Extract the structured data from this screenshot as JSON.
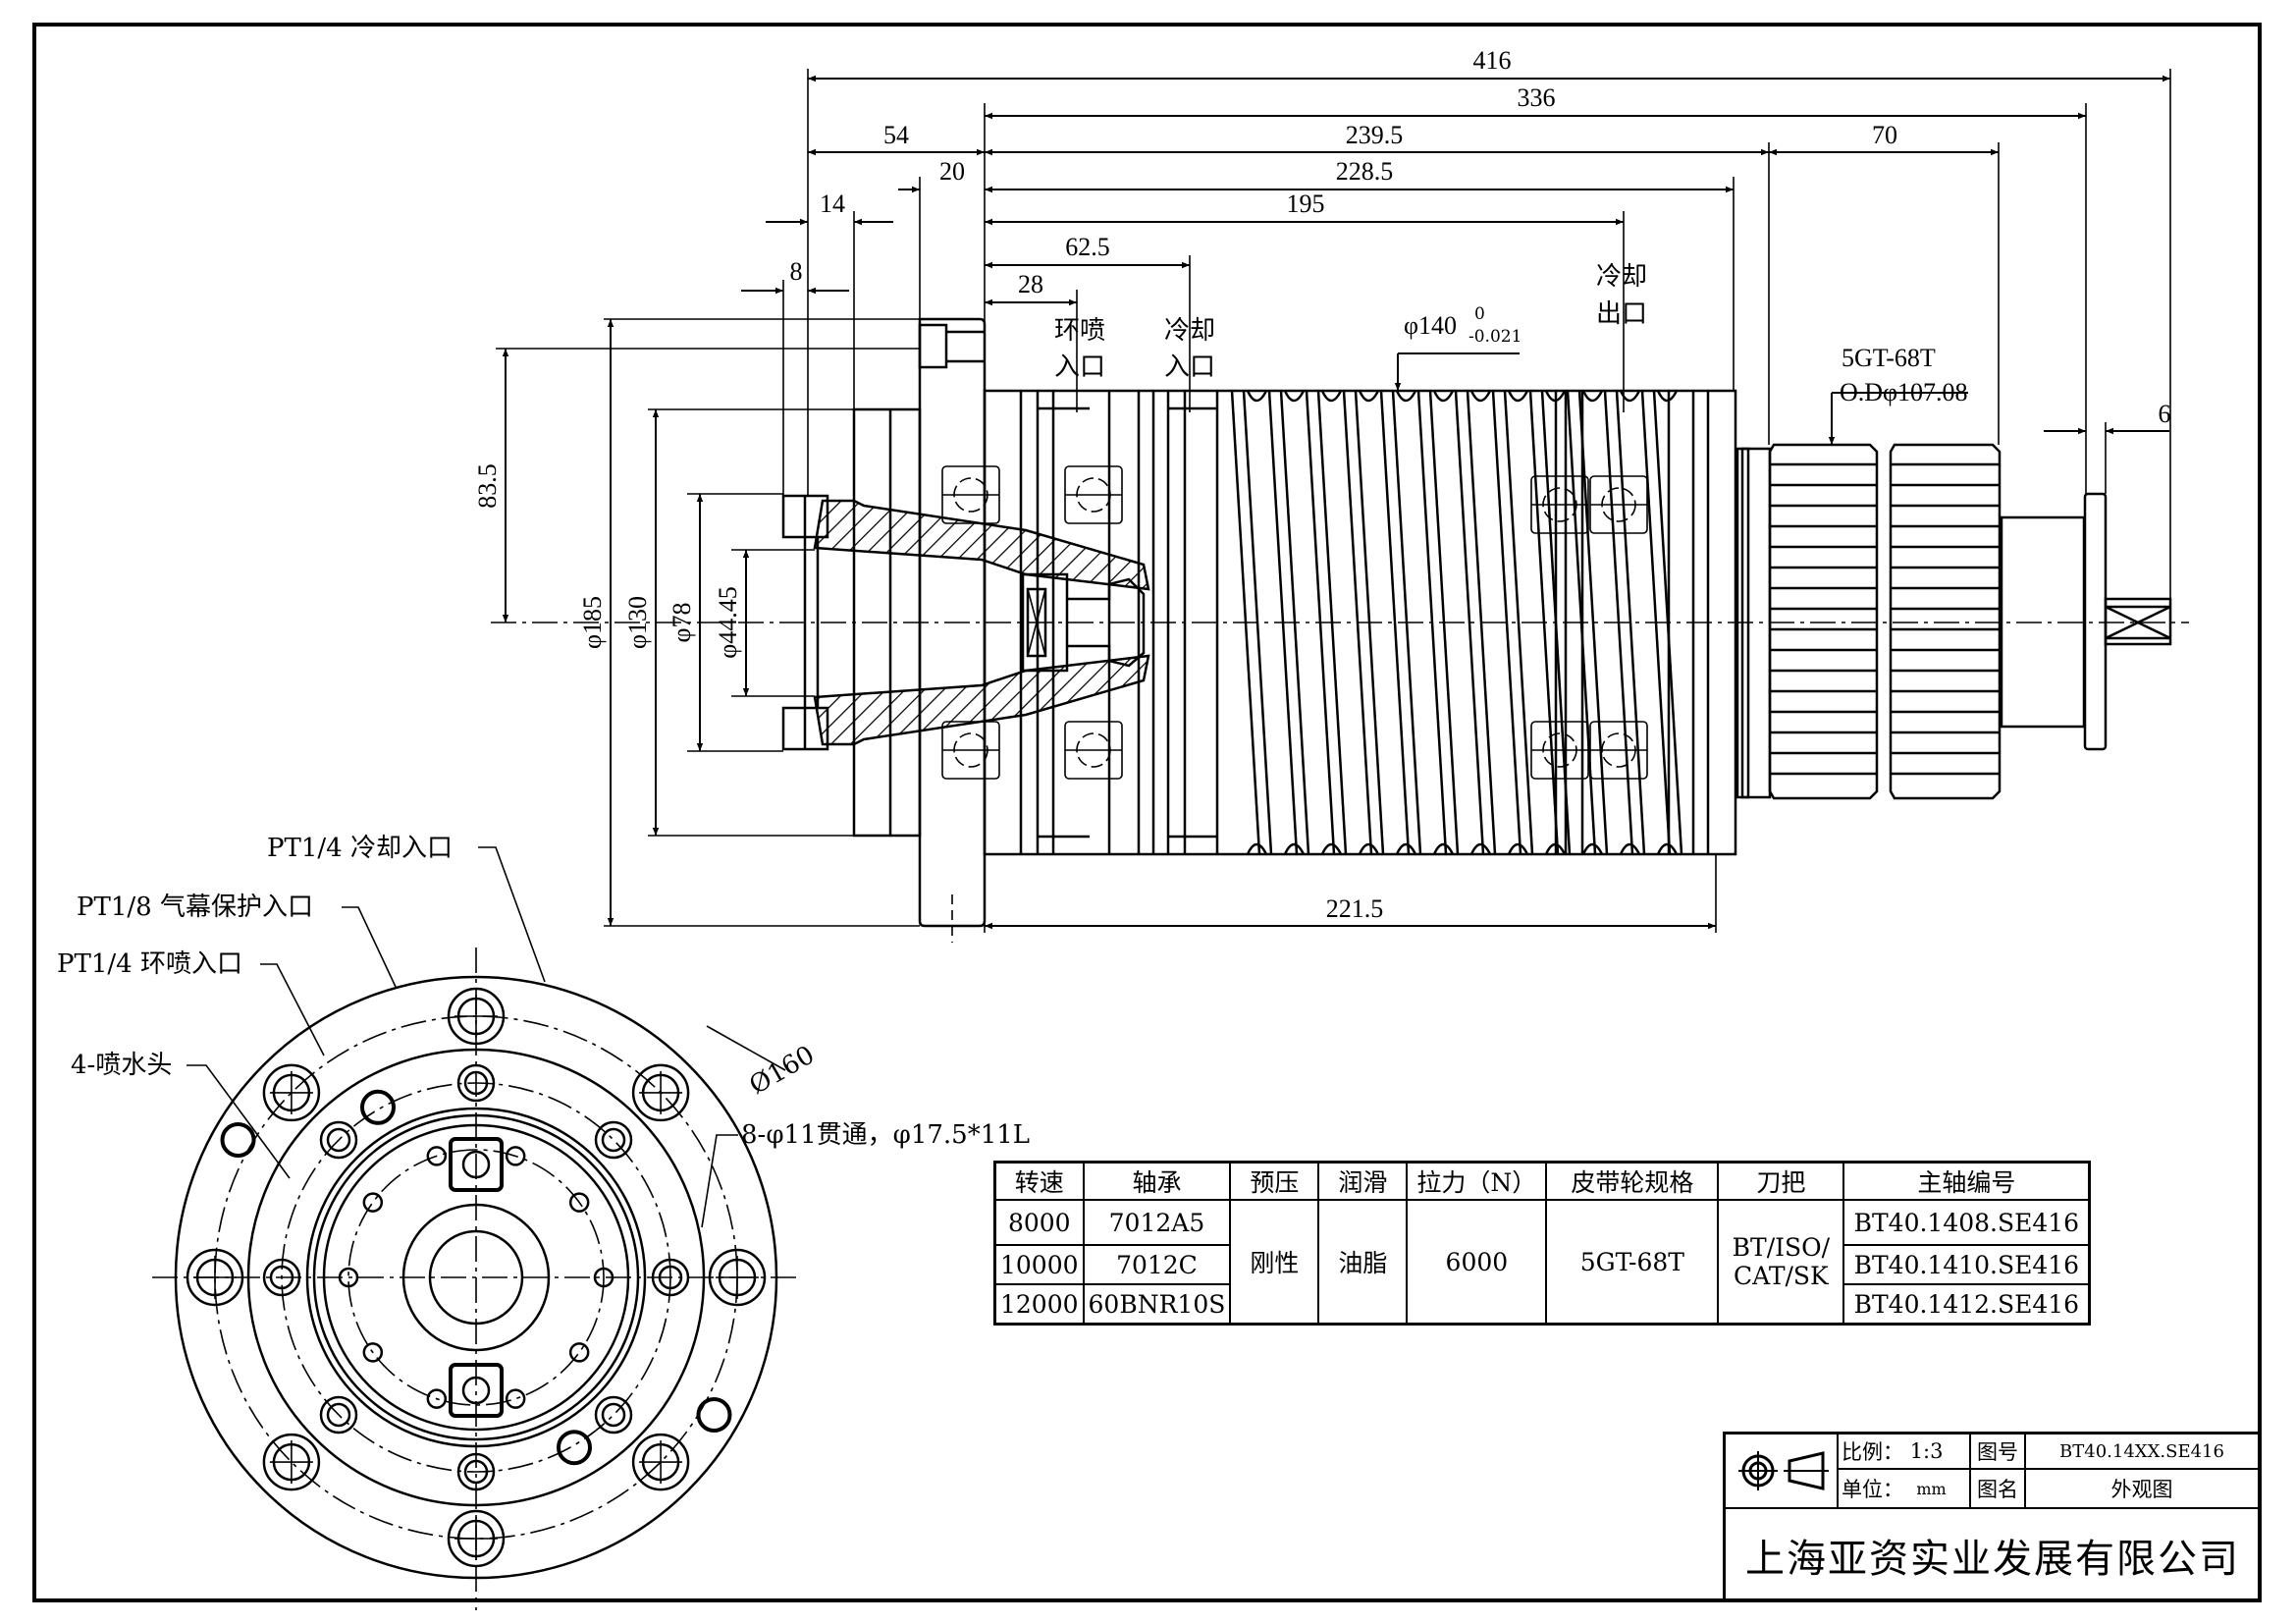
{
  "drawing": {
    "title": "外观图",
    "side_view": {
      "horizontal_dims": [
        {
          "id": "overall",
          "value": "416"
        },
        {
          "id": "housing_to_flange",
          "value": "336"
        },
        {
          "id": "front_54",
          "value": "54"
        },
        {
          "id": "housing_len",
          "value": "239.5"
        },
        {
          "id": "pulley_70",
          "value": "70"
        },
        {
          "id": "flange_20",
          "value": "20"
        },
        {
          "id": "bearing_228_5",
          "value": "228.5"
        },
        {
          "id": "coolant_out_195",
          "value": "195"
        },
        {
          "id": "face_14",
          "value": "14"
        },
        {
          "id": "coolant_in_62_5",
          "value": "62.5"
        },
        {
          "id": "face_8",
          "value": "8"
        },
        {
          "id": "ring_spray_28",
          "value": "28"
        },
        {
          "id": "bottom_221_5",
          "value": "221.5"
        },
        {
          "id": "rear_6",
          "value": "6"
        }
      ],
      "vertical_dims": [
        {
          "id": "flange_offset",
          "value": "83.5"
        },
        {
          "id": "d185",
          "value": "φ185"
        },
        {
          "id": "d130",
          "value": "φ130"
        },
        {
          "id": "d78",
          "value": "φ78"
        },
        {
          "id": "d44_45",
          "value": "φ44.45"
        }
      ],
      "housing_diameter": {
        "value": "φ140",
        "tol_upper": "0",
        "tol_lower": "-0.021"
      },
      "labels": {
        "ring_spray_inlet": [
          "环喷",
          "入口"
        ],
        "coolant_inlet": [
          "冷却",
          "入口"
        ],
        "coolant_outlet": [
          "冷却",
          "出口"
        ],
        "pulley_spec": "5GT-68T",
        "pulley_od": "O.Dφ107.08"
      }
    },
    "front_view": {
      "callouts": [
        {
          "id": "coolant_in",
          "text": "PT1/4 冷却入口"
        },
        {
          "id": "air_curtain",
          "text": "PT1/8 气幕保护入口"
        },
        {
          "id": "ring_spray",
          "text": "PT1/4 环喷入口"
        },
        {
          "id": "nozzles",
          "text": "4-喷水头"
        },
        {
          "id": "bolt_holes",
          "text": "8-φ11贯通，φ17.5*11L"
        },
        {
          "id": "pcd",
          "text": "Ø160"
        }
      ]
    }
  },
  "spec_table": {
    "headers": [
      "转速",
      "轴承",
      "预压",
      "润滑",
      "拉力（N）",
      "皮带轮规格",
      "刀把",
      "主轴编号"
    ],
    "rows": [
      {
        "speed": "8000",
        "bearing": "7012A5",
        "model": "BT40.1408.SE416"
      },
      {
        "speed": "10000",
        "bearing": "7012C",
        "model": "BT40.1410.SE416"
      },
      {
        "speed": "12000",
        "bearing": "60BNR10S",
        "model": "BT40.1412.SE416"
      }
    ],
    "preload": "刚性",
    "lubrication": "油脂",
    "pull_force": "6000",
    "pulley": "5GT-68T",
    "tool_holder": [
      "BT/ISO/",
      "CAT/SK"
    ]
  },
  "title_block": {
    "scale_label": "比例：",
    "scale_value": "1:3",
    "unit_label": "单位：",
    "unit_value": "mm",
    "drawing_no_label": "图号",
    "drawing_no": "BT40.14XX.SE416",
    "drawing_name_label": "图名",
    "drawing_name": "外观图",
    "company": "上海亚资实业发展有限公司"
  }
}
